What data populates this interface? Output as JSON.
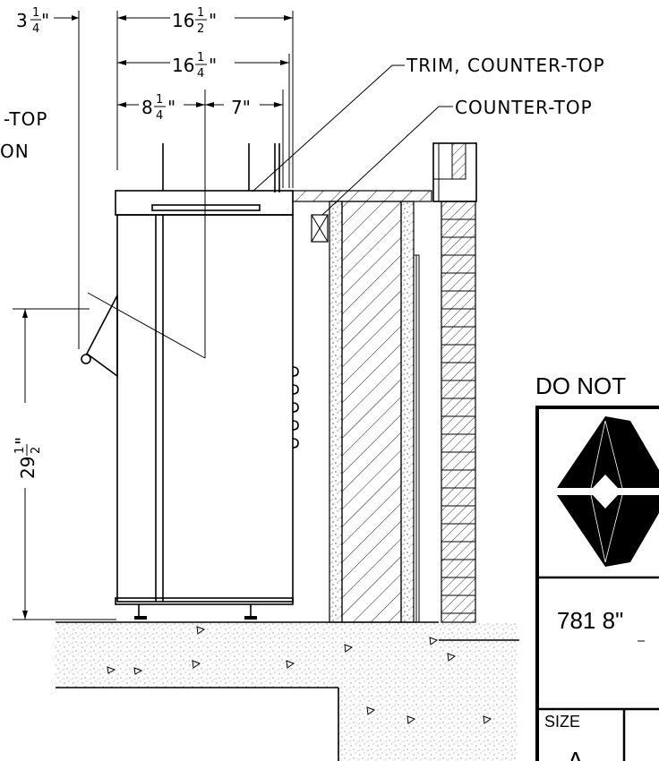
{
  "dimensions": {
    "d_top_left": "3",
    "d_top_left_frac": [
      "1",
      "4"
    ],
    "d_overall_1": "16",
    "d_overall_1_frac": [
      "1",
      "2"
    ],
    "d_overall_2": "16",
    "d_overall_2_frac": [
      "1",
      "4"
    ],
    "d_left_half": "8",
    "d_left_half_frac": [
      "1",
      "4"
    ],
    "d_right_half": "7\"",
    "d_height": "29",
    "d_height_frac": [
      "1",
      "2"
    ],
    "inch_mark": "\"",
    "title_block_dim": "781 8\""
  },
  "labels": {
    "trim": "TRIM, COUNTER-TOP",
    "countertop": "COUNTER-TOP",
    "left_cut_1": "-TOP",
    "left_cut_2": "ON"
  },
  "title_block": {
    "header": "DO NOT",
    "size_label": "SIZE",
    "size_value": "A"
  },
  "colors": {
    "line": "#000000",
    "background": "#ffffff"
  }
}
